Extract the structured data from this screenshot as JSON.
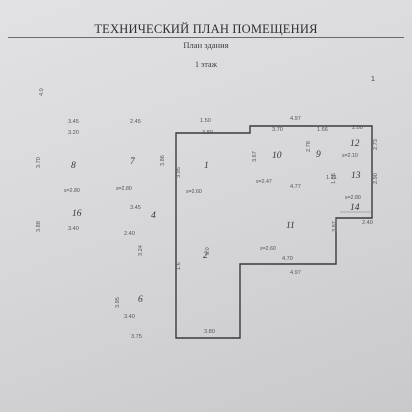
{
  "document": {
    "title": "ТЕХНИЧЕСКИЙ ПЛАН ПОМЕЩЕНИЯ",
    "subtitle": "План здания",
    "floor": "1 этаж",
    "sheet_number": "1"
  },
  "plan": {
    "rooms": [
      {
        "id": "r1",
        "number": "1",
        "area": "s=2.60"
      },
      {
        "id": "r2",
        "number": "2",
        "area": ""
      },
      {
        "id": "r4",
        "number": "4",
        "area": ""
      },
      {
        "id": "r6",
        "number": "6",
        "area": ""
      },
      {
        "id": "r7",
        "number": "7",
        "area": "s=2.80"
      },
      {
        "id": "r8",
        "number": "8",
        "area": "s=2.80"
      },
      {
        "id": "r9",
        "number": "9",
        "area": ""
      },
      {
        "id": "r10",
        "number": "10",
        "area": "s=2.47"
      },
      {
        "id": "r11",
        "number": "11",
        "area": "s=2.60"
      },
      {
        "id": "r12",
        "number": "12",
        "area": "s=2.10"
      },
      {
        "id": "r13",
        "number": "13",
        "area": ""
      },
      {
        "id": "r14",
        "number": "14",
        "area": "s=2.80"
      },
      {
        "id": "r16",
        "number": "16",
        "area": ""
      }
    ],
    "dimensions": [
      {
        "id": "d1",
        "text": "3.45"
      },
      {
        "id": "d2",
        "text": "2.45"
      },
      {
        "id": "d3",
        "text": "3.20"
      },
      {
        "id": "d4",
        "text": "1.50"
      },
      {
        "id": "d5",
        "text": "3.80"
      },
      {
        "id": "d6",
        "text": "4.97"
      },
      {
        "id": "d7",
        "text": "3.70"
      },
      {
        "id": "d8",
        "text": "1.66"
      },
      {
        "id": "d9",
        "text": "2.00"
      },
      {
        "id": "d10",
        "text": "4.77"
      },
      {
        "id": "d11",
        "text": "2.40"
      },
      {
        "id": "d12",
        "text": "3.40"
      },
      {
        "id": "d13",
        "text": "3.45"
      },
      {
        "id": "d14",
        "text": "2.40"
      },
      {
        "id": "d15",
        "text": "4.70"
      },
      {
        "id": "d16",
        "text": "4.97"
      },
      {
        "id": "d17",
        "text": "3.40"
      },
      {
        "id": "d18",
        "text": "3.80"
      },
      {
        "id": "d19",
        "text": "3.75"
      },
      {
        "id": "d20",
        "text": "1.71"
      }
    ],
    "vertical_dimensions": [
      {
        "id": "v1",
        "text": "4.0"
      },
      {
        "id": "v2",
        "text": "3.70"
      },
      {
        "id": "v3",
        "text": "3.86"
      },
      {
        "id": "v4",
        "text": "3.95"
      },
      {
        "id": "v5",
        "text": "3.67"
      },
      {
        "id": "v6",
        "text": "2.78"
      },
      {
        "id": "v7",
        "text": "2.73"
      },
      {
        "id": "v8",
        "text": "1.66"
      },
      {
        "id": "v9",
        "text": "2.90"
      },
      {
        "id": "v10",
        "text": "3.88"
      },
      {
        "id": "v11",
        "text": "3.24"
      },
      {
        "id": "v12",
        "text": "1.6"
      },
      {
        "id": "v13",
        "text": "5.0"
      },
      {
        "id": "v14",
        "text": "3.87"
      },
      {
        "id": "v15",
        "text": "3.95"
      }
    ]
  }
}
